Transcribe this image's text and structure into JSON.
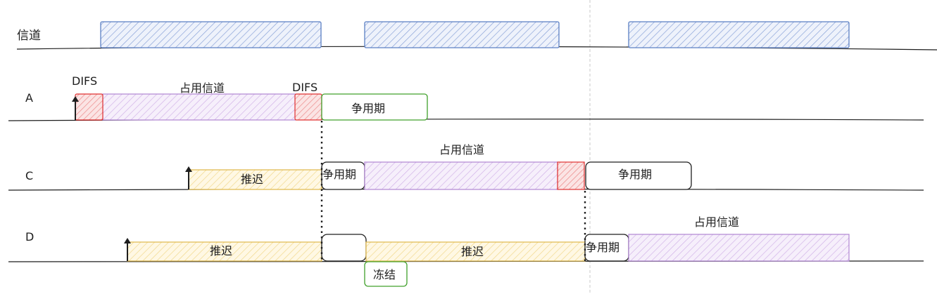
{
  "rows": {
    "channel": "信道",
    "a": "A",
    "c": "C",
    "d": "D"
  },
  "a": {
    "difs_1": "DIFS",
    "occupy": "占用信道",
    "difs_2": "DIFS",
    "contention": "争用期"
  },
  "c": {
    "occupy": "占用信道",
    "defer": "推迟",
    "contention_1": "争用期",
    "contention_2": "争用期"
  },
  "d": {
    "occupy": "占用信道",
    "defer_1": "推迟",
    "defer_2": "推迟",
    "contention": "争用期",
    "freeze": "冻结"
  },
  "colors": {
    "channel_blue": "#5b7fc4",
    "difs_red": "#e03131",
    "occupy_purple": "#b085d3",
    "contention_green": "#40a02b",
    "defer_yellow": "#e0b84a",
    "stroke": "#1e1e1e"
  }
}
